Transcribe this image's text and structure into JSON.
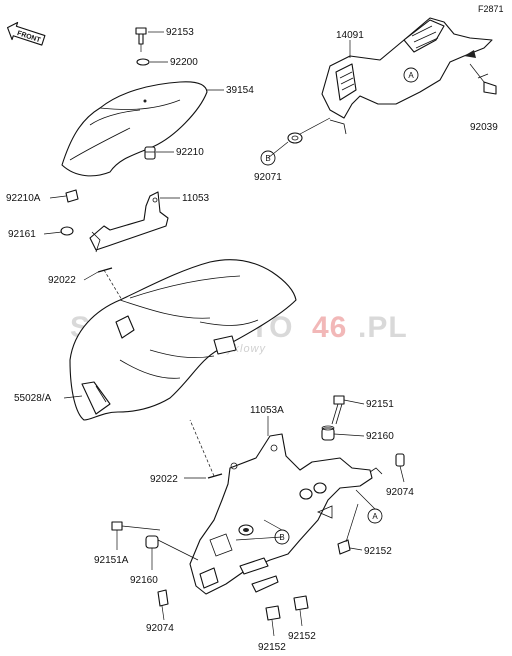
{
  "diagram": {
    "code": "F2871",
    "front_badge": "FRONT",
    "watermark": {
      "main_left": "SKLEP",
      "main_mid": "MOTO",
      "main_right": "46",
      "main_suffix": ".PL",
      "tagline": "internetowy sklep motocyklowy"
    },
    "callouts": [
      "A",
      "B"
    ],
    "part_numbers": {
      "p92153": "92153",
      "p92200": "92200",
      "p39154": "39154",
      "p92210": "92210",
      "p11053": "11053",
      "p92210A": "92210A",
      "p92161": "92161",
      "p92022_top": "92022",
      "p55028A": "55028/A",
      "p14091": "14091",
      "p92039": "92039",
      "p92071": "92071",
      "p11053A": "11053A",
      "p92151": "92151",
      "p92160_right": "92160",
      "p92074_right": "92074",
      "p92022_bottom": "92022",
      "p92152_right": "92152",
      "p92151A": "92151A",
      "p92160_left": "92160",
      "p92074_left": "92074",
      "p92152_bottom": "92152",
      "p92152_mid": "92152"
    }
  }
}
